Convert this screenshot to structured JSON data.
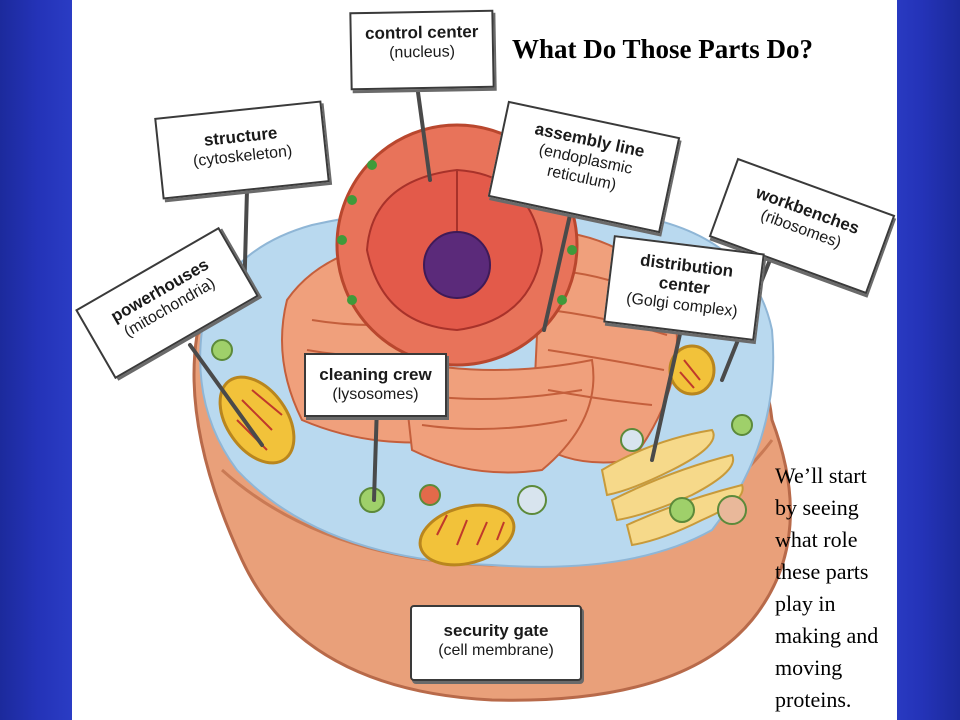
{
  "title": "What Do Those Parts Do?",
  "caption": [
    "We’ll start",
    "by seeing",
    "what role",
    "these parts",
    "play in",
    "making and",
    "moving",
    "proteins."
  ],
  "labels": {
    "nucleus": {
      "main": "control center",
      "sub": "(nucleus)"
    },
    "cytoskeleton": {
      "main": "structure",
      "sub": "(cytoskeleton)"
    },
    "er": {
      "main": "assembly line",
      "sub1": "(endoplasmic",
      "sub2": "reticulum)"
    },
    "ribosomes": {
      "main": "workbenches",
      "sub": "(ribosomes)"
    },
    "mitochondria": {
      "main": "powerhouses",
      "sub": "(mitochondria)"
    },
    "golgi": {
      "main1": "distribution",
      "main2": "center",
      "sub": "(Golgi complex)"
    },
    "lysosomes": {
      "main": "cleaning crew",
      "sub": "(lysosomes)"
    },
    "membrane": {
      "main": "security gate",
      "sub": "(cell membrane)"
    }
  },
  "colors": {
    "background": "#2a3cc4",
    "cell_outer": "#e9a07a",
    "cytoplasm": "#b9d9ef",
    "nucleus": "#e8735a",
    "nucleolus": "#5b2a7a",
    "mitochondria": "#f2c23a"
  }
}
